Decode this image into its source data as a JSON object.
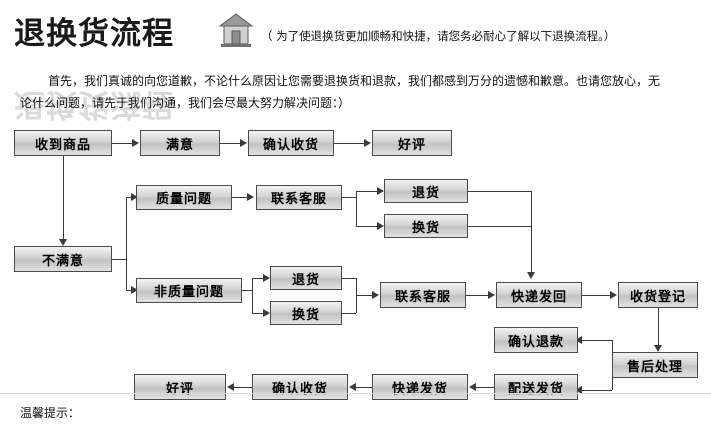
{
  "header": {
    "title": "退换货流程",
    "icon": "house-icon",
    "note": "（ 为了使退换货更加顺畅和快捷，请您务必耐心了解以下退换流程。）"
  },
  "intro": {
    "line1": "首先，我们真诚的向您道歉，不论什么原因让您需要退换货和退款，我们都感到万分的遗憾和歉意。也请您放心，无",
    "line2": "论什么问题，请先于我们沟通，我们会尽最大努力解决问题：）"
  },
  "flow": {
    "nodes": [
      {
        "id": "n1",
        "label": "收到商品"
      },
      {
        "id": "n2",
        "label": "满意"
      },
      {
        "id": "n3",
        "label": "确认收货"
      },
      {
        "id": "n4",
        "label": "好评"
      },
      {
        "id": "n5",
        "label": "质量问题"
      },
      {
        "id": "n6",
        "label": "联系客服"
      },
      {
        "id": "n7",
        "label": "退货"
      },
      {
        "id": "n8",
        "label": "换货"
      },
      {
        "id": "n9",
        "label": "不满意"
      },
      {
        "id": "n10",
        "label": "非质量问题"
      },
      {
        "id": "n11",
        "label": "退货"
      },
      {
        "id": "n12",
        "label": "换货"
      },
      {
        "id": "n13",
        "label": "联系客服"
      },
      {
        "id": "n14",
        "label": "快递发回"
      },
      {
        "id": "n15",
        "label": "收货登记"
      },
      {
        "id": "n16",
        "label": "确认退款"
      },
      {
        "id": "n17",
        "label": "售后处理"
      },
      {
        "id": "n18",
        "label": "配送发货"
      },
      {
        "id": "n19",
        "label": "快递发货"
      },
      {
        "id": "n20",
        "label": "确认收货"
      },
      {
        "id": "n21",
        "label": "好评"
      }
    ]
  },
  "footer": {
    "tip": "温馨提示："
  },
  "colors": {
    "box_border": "#4a4a4a",
    "box_fill_light": "#f2f2f2",
    "box_fill_dark": "#c2c2c2",
    "line": "#3a3a3a",
    "title": "#1a1a1a",
    "title_shadow": "#bdbdbd"
  }
}
